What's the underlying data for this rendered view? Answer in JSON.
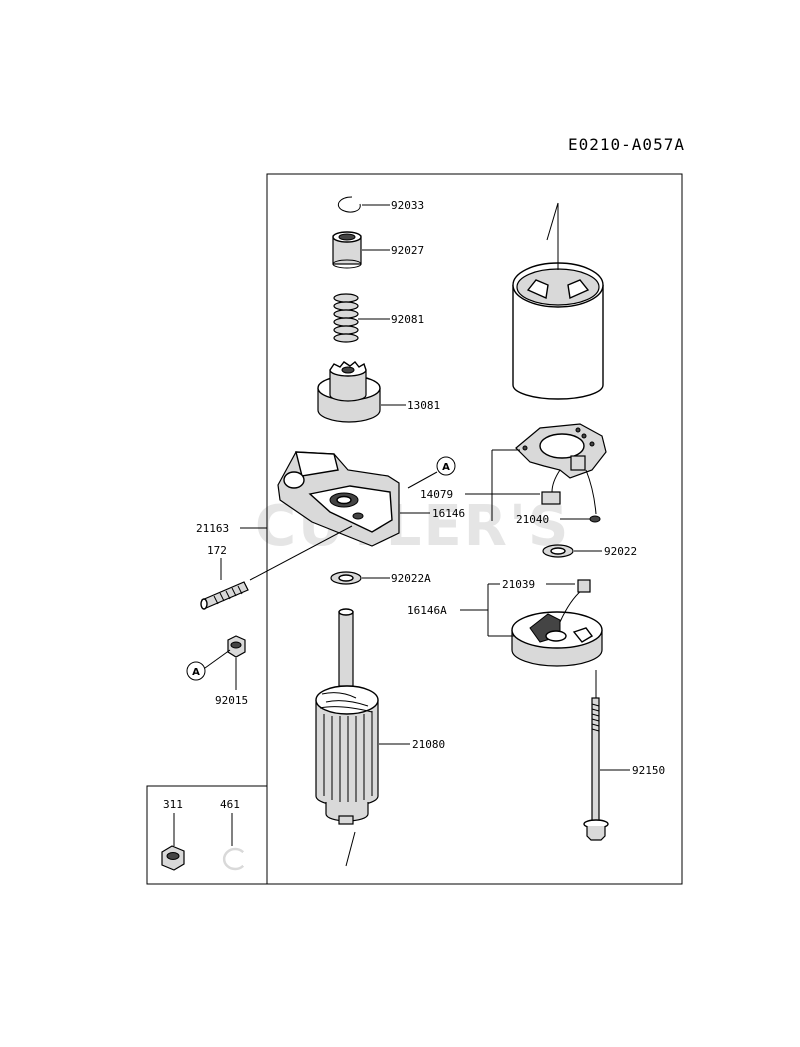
{
  "diagram_code": "E0210-A057A",
  "watermark": "CUTLER'S",
  "reference_marker": "A",
  "part_labels": {
    "p92033": "92033",
    "p92027": "92027",
    "p92081": "92081",
    "p13081": "13081",
    "p14079": "14079",
    "p21040": "21040",
    "p16146": "16146",
    "p21163": "21163",
    "p172": "172",
    "p92022": "92022",
    "p92022A": "92022A",
    "p21039": "21039",
    "p16146A": "16146A",
    "p92015": "92015",
    "p21080": "21080",
    "p92150": "92150",
    "p311": "311",
    "p461": "461"
  }
}
